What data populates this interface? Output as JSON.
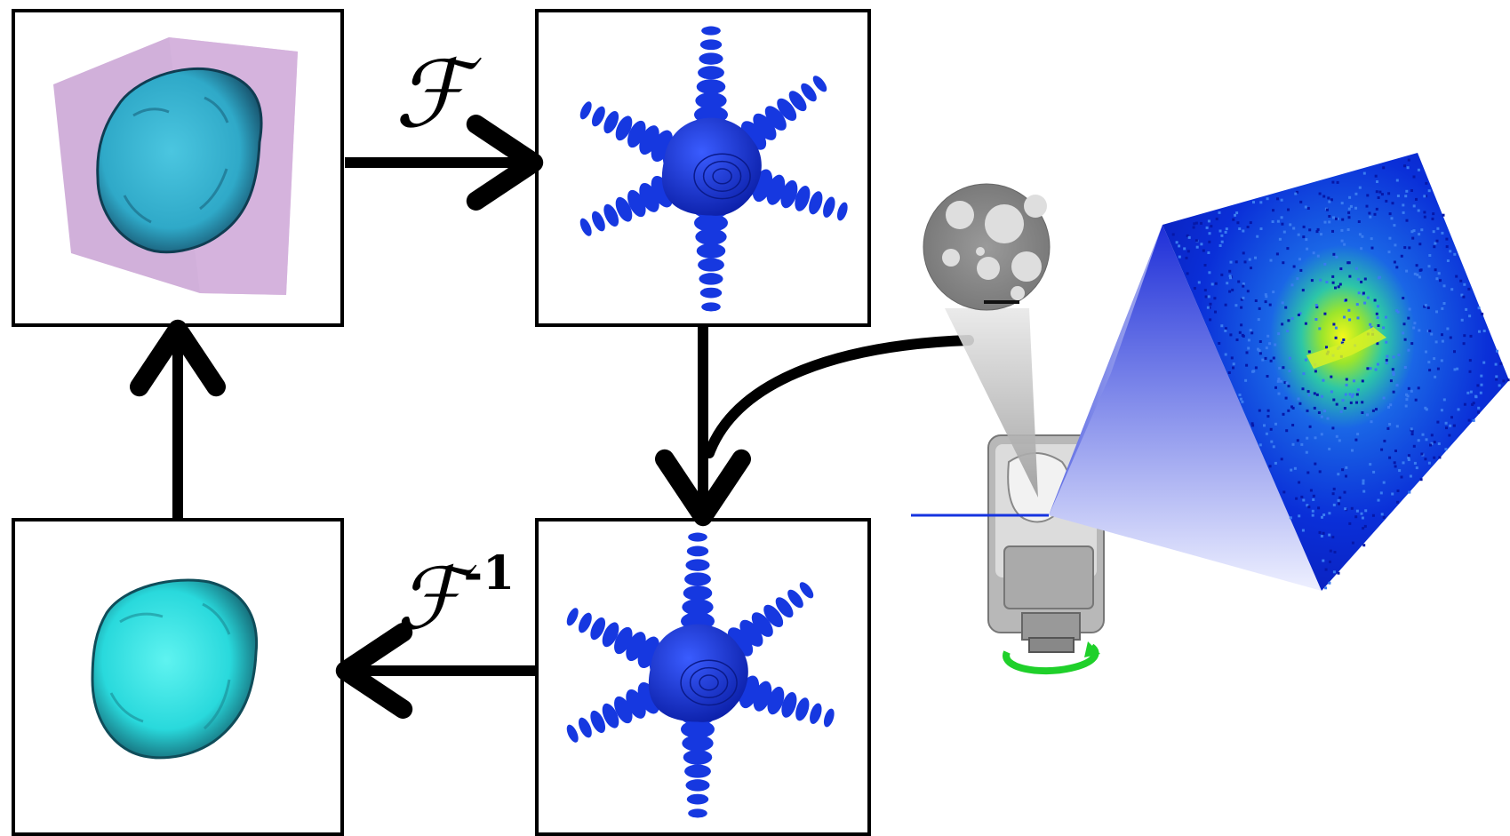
{
  "labels": {
    "forward_transform": "ℱ",
    "inverse_transform_symbol": "ℱ",
    "inverse_transform_exponent": "-1"
  },
  "panels": [
    {
      "id": "real-space-with-support",
      "content": "particle-shape-in-support-box",
      "color": "#2fa9c8"
    },
    {
      "id": "fourier-space-calculated",
      "content": "diffraction-pattern-3d",
      "color": "#1638e0"
    },
    {
      "id": "fourier-space-updated",
      "content": "diffraction-pattern-3d",
      "color": "#1638e0"
    },
    {
      "id": "real-space-updated",
      "content": "particle-shape",
      "color": "#29d9dc"
    }
  ],
  "colors": {
    "support_box": "#c9a2d4",
    "particle_top": "#2fa9c8",
    "particle_bottom": "#29d9dc",
    "diffraction_blue": "#1638e0",
    "detector_blue": "#0a2fd8",
    "detector_center": "#e7f51a",
    "beam": "#1634e0",
    "rotation_arrow": "#1fd02a"
  }
}
